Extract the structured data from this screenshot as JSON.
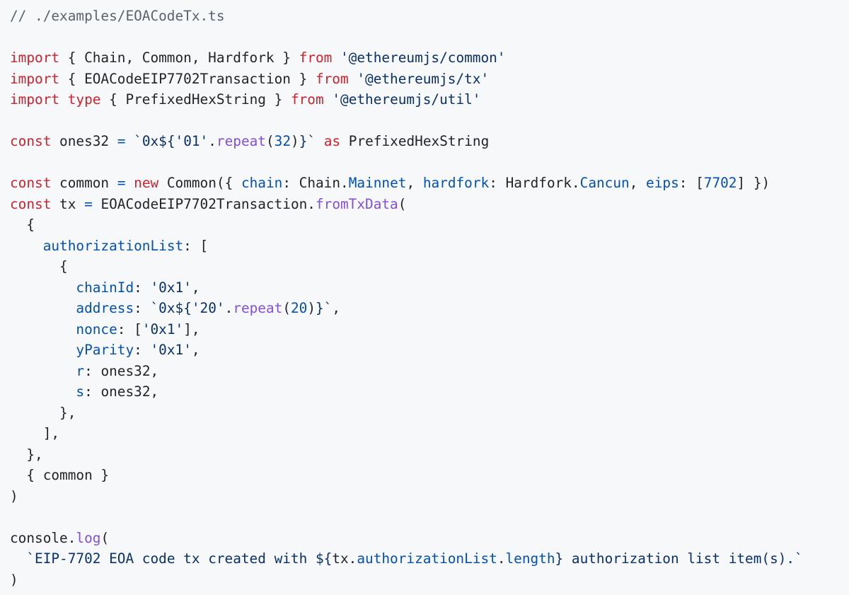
{
  "code": {
    "language": "typescript",
    "lines": [
      [
        {
          "t": "comment",
          "v": "// ./examples/EOACodeTx.ts"
        }
      ],
      [],
      [
        {
          "t": "keyword",
          "v": "import"
        },
        {
          "t": "plain",
          "v": " { Chain, Common, Hardfork } "
        },
        {
          "t": "keyword",
          "v": "from"
        },
        {
          "t": "plain",
          "v": " "
        },
        {
          "t": "string",
          "v": "'@ethereumjs/common'"
        }
      ],
      [
        {
          "t": "keyword",
          "v": "import"
        },
        {
          "t": "plain",
          "v": " { EOACodeEIP7702Transaction } "
        },
        {
          "t": "keyword",
          "v": "from"
        },
        {
          "t": "plain",
          "v": " "
        },
        {
          "t": "string",
          "v": "'@ethereumjs/tx'"
        }
      ],
      [
        {
          "t": "keyword",
          "v": "import"
        },
        {
          "t": "plain",
          "v": " "
        },
        {
          "t": "keyword",
          "v": "type"
        },
        {
          "t": "plain",
          "v": " { PrefixedHexString } "
        },
        {
          "t": "keyword",
          "v": "from"
        },
        {
          "t": "plain",
          "v": " "
        },
        {
          "t": "string",
          "v": "'@ethereumjs/util'"
        }
      ],
      [],
      [
        {
          "t": "keyword",
          "v": "const"
        },
        {
          "t": "plain",
          "v": " ones32 "
        },
        {
          "t": "operator",
          "v": "="
        },
        {
          "t": "plain",
          "v": " "
        },
        {
          "t": "string",
          "v": "`0x${"
        },
        {
          "t": "string",
          "v": "'01'"
        },
        {
          "t": "plain",
          "v": "."
        },
        {
          "t": "func",
          "v": "repeat"
        },
        {
          "t": "plain",
          "v": "("
        },
        {
          "t": "number",
          "v": "32"
        },
        {
          "t": "plain",
          "v": ")"
        },
        {
          "t": "string",
          "v": "}`"
        },
        {
          "t": "plain",
          "v": " "
        },
        {
          "t": "keyword",
          "v": "as"
        },
        {
          "t": "plain",
          "v": " PrefixedHexString"
        }
      ],
      [],
      [
        {
          "t": "keyword",
          "v": "const"
        },
        {
          "t": "plain",
          "v": " common "
        },
        {
          "t": "operator",
          "v": "="
        },
        {
          "t": "plain",
          "v": " "
        },
        {
          "t": "keyword",
          "v": "new"
        },
        {
          "t": "plain",
          "v": " Common({ "
        },
        {
          "t": "prop",
          "v": "chain"
        },
        {
          "t": "plain",
          "v": ": Chain."
        },
        {
          "t": "prop",
          "v": "Mainnet"
        },
        {
          "t": "plain",
          "v": ", "
        },
        {
          "t": "prop",
          "v": "hardfork"
        },
        {
          "t": "plain",
          "v": ": Hardfork."
        },
        {
          "t": "prop",
          "v": "Cancun"
        },
        {
          "t": "plain",
          "v": ", "
        },
        {
          "t": "prop",
          "v": "eips"
        },
        {
          "t": "plain",
          "v": ": ["
        },
        {
          "t": "number",
          "v": "7702"
        },
        {
          "t": "plain",
          "v": "] })"
        }
      ],
      [
        {
          "t": "keyword",
          "v": "const"
        },
        {
          "t": "plain",
          "v": " tx "
        },
        {
          "t": "operator",
          "v": "="
        },
        {
          "t": "plain",
          "v": " EOACodeEIP7702Transaction."
        },
        {
          "t": "func",
          "v": "fromTxData"
        },
        {
          "t": "plain",
          "v": "("
        }
      ],
      [
        {
          "t": "plain",
          "v": "  {"
        }
      ],
      [
        {
          "t": "plain",
          "v": "    "
        },
        {
          "t": "prop",
          "v": "authorizationList"
        },
        {
          "t": "plain",
          "v": ": ["
        }
      ],
      [
        {
          "t": "plain",
          "v": "      {"
        }
      ],
      [
        {
          "t": "plain",
          "v": "        "
        },
        {
          "t": "prop",
          "v": "chainId"
        },
        {
          "t": "plain",
          "v": ": "
        },
        {
          "t": "string",
          "v": "'0x1'"
        },
        {
          "t": "plain",
          "v": ","
        }
      ],
      [
        {
          "t": "plain",
          "v": "        "
        },
        {
          "t": "prop",
          "v": "address"
        },
        {
          "t": "plain",
          "v": ": "
        },
        {
          "t": "string",
          "v": "`0x${"
        },
        {
          "t": "string",
          "v": "'20'"
        },
        {
          "t": "plain",
          "v": "."
        },
        {
          "t": "func",
          "v": "repeat"
        },
        {
          "t": "plain",
          "v": "("
        },
        {
          "t": "number",
          "v": "20"
        },
        {
          "t": "plain",
          "v": ")"
        },
        {
          "t": "string",
          "v": "}`"
        },
        {
          "t": "plain",
          "v": ","
        }
      ],
      [
        {
          "t": "plain",
          "v": "        "
        },
        {
          "t": "prop",
          "v": "nonce"
        },
        {
          "t": "plain",
          "v": ": ["
        },
        {
          "t": "string",
          "v": "'0x1'"
        },
        {
          "t": "plain",
          "v": "],"
        }
      ],
      [
        {
          "t": "plain",
          "v": "        "
        },
        {
          "t": "prop",
          "v": "yParity"
        },
        {
          "t": "plain",
          "v": ": "
        },
        {
          "t": "string",
          "v": "'0x1'"
        },
        {
          "t": "plain",
          "v": ","
        }
      ],
      [
        {
          "t": "plain",
          "v": "        "
        },
        {
          "t": "prop",
          "v": "r"
        },
        {
          "t": "plain",
          "v": ": ones32,"
        }
      ],
      [
        {
          "t": "plain",
          "v": "        "
        },
        {
          "t": "prop",
          "v": "s"
        },
        {
          "t": "plain",
          "v": ": ones32,"
        }
      ],
      [
        {
          "t": "plain",
          "v": "      },"
        }
      ],
      [
        {
          "t": "plain",
          "v": "    ],"
        }
      ],
      [
        {
          "t": "plain",
          "v": "  },"
        }
      ],
      [
        {
          "t": "plain",
          "v": "  { common }"
        }
      ],
      [
        {
          "t": "plain",
          "v": ")"
        }
      ],
      [],
      [
        {
          "t": "plain",
          "v": "console."
        },
        {
          "t": "func",
          "v": "log"
        },
        {
          "t": "plain",
          "v": "("
        }
      ],
      [
        {
          "t": "plain",
          "v": "  "
        },
        {
          "t": "string",
          "v": "`EIP-7702 EOA code tx created with ${"
        },
        {
          "t": "plain",
          "v": "tx."
        },
        {
          "t": "prop",
          "v": "authorizationList"
        },
        {
          "t": "plain",
          "v": "."
        },
        {
          "t": "prop",
          "v": "length"
        },
        {
          "t": "string",
          "v": "} authorization list item(s).`"
        }
      ],
      [
        {
          "t": "plain",
          "v": ")"
        }
      ]
    ]
  }
}
